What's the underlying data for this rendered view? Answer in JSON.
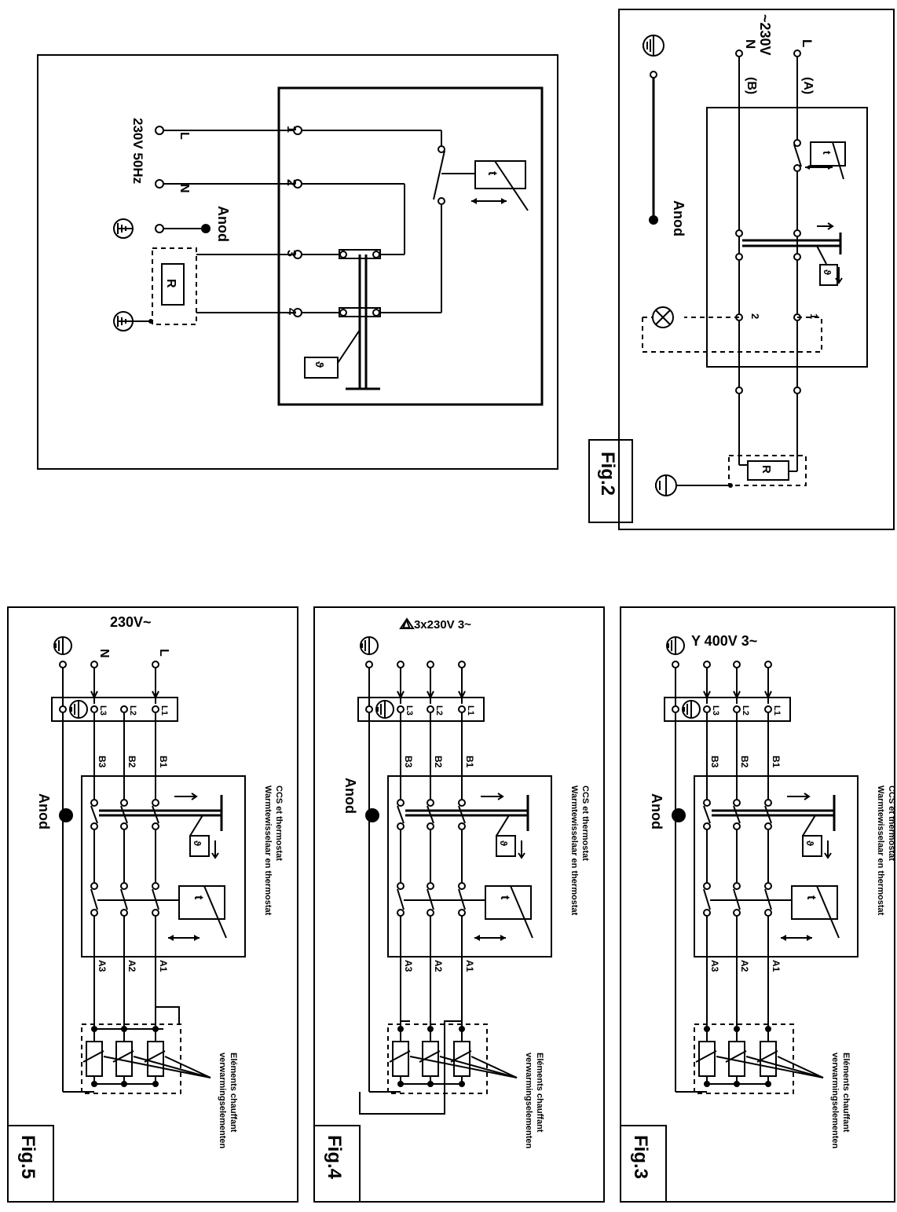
{
  "fig1": {
    "label_L": "L",
    "label_N": "N",
    "voltage": "230V 50Hz",
    "anode": "Anod",
    "terminal_1": "1",
    "terminal_2": "2",
    "terminal_3": "3",
    "terminal_4": "4",
    "resistor": "R",
    "thermostat": "t",
    "safety": "ϑ"
  },
  "fig2": {
    "title": "Fig.2",
    "voltage": "~230V",
    "label_L": "L",
    "label_N": "N",
    "line_A": "(A)",
    "line_B": "(B)",
    "anode": "Anod",
    "terminal_1": "1",
    "terminal_2": "2",
    "resistor": "R",
    "thermostat": "t",
    "safety": "ϑ"
  },
  "fig3": {
    "title": "Fig.3",
    "supply": "Y 400V 3~",
    "anode": "Anod",
    "ccs_line1": "CCS et thermostat",
    "ccs_line2": "Warmtewisselaar en thermostat",
    "elements_line1": "Eléments chauffant",
    "elements_line2": "verwarmingselementen",
    "b_labels": [
      "B1",
      "B2",
      "B3"
    ],
    "a_labels": [
      "A1",
      "A2",
      "A3"
    ],
    "l_labels": [
      "L1",
      "L2",
      "L3"
    ],
    "thermostat": "t",
    "safety": "ϑ"
  },
  "fig4": {
    "title": "Fig.4",
    "supply": "Δ 3x230V 3~",
    "anode": "Anod",
    "ccs_line1": "CCS et thermostat",
    "ccs_line2": "Warmtewisselaar en thermostat",
    "elements_line1": "Eléments chauffant",
    "elements_line2": "verwarmingselementen",
    "b_labels": [
      "B1",
      "B2",
      "B3"
    ],
    "a_labels": [
      "A1",
      "A2",
      "A3"
    ],
    "l_labels": [
      "L1",
      "L2",
      "L3"
    ],
    "thermostat": "t",
    "safety": "ϑ"
  },
  "fig5": {
    "title": "Fig.5",
    "voltage": "230V~",
    "label_L": "L",
    "label_N": "N",
    "anode": "Anod",
    "ccs_line1": "CCS et thermostat",
    "ccs_line2": "Warmtewisselaar en thermostat",
    "elements_line1": "Eléments chauffant",
    "elements_line2": "verwarmingselementen",
    "b_labels": [
      "B1",
      "B2",
      "B3"
    ],
    "a_labels": [
      "A1",
      "A2",
      "A3"
    ],
    "l_labels": [
      "L1",
      "L2",
      "L3"
    ],
    "thermostat": "t",
    "safety": "ϑ"
  }
}
